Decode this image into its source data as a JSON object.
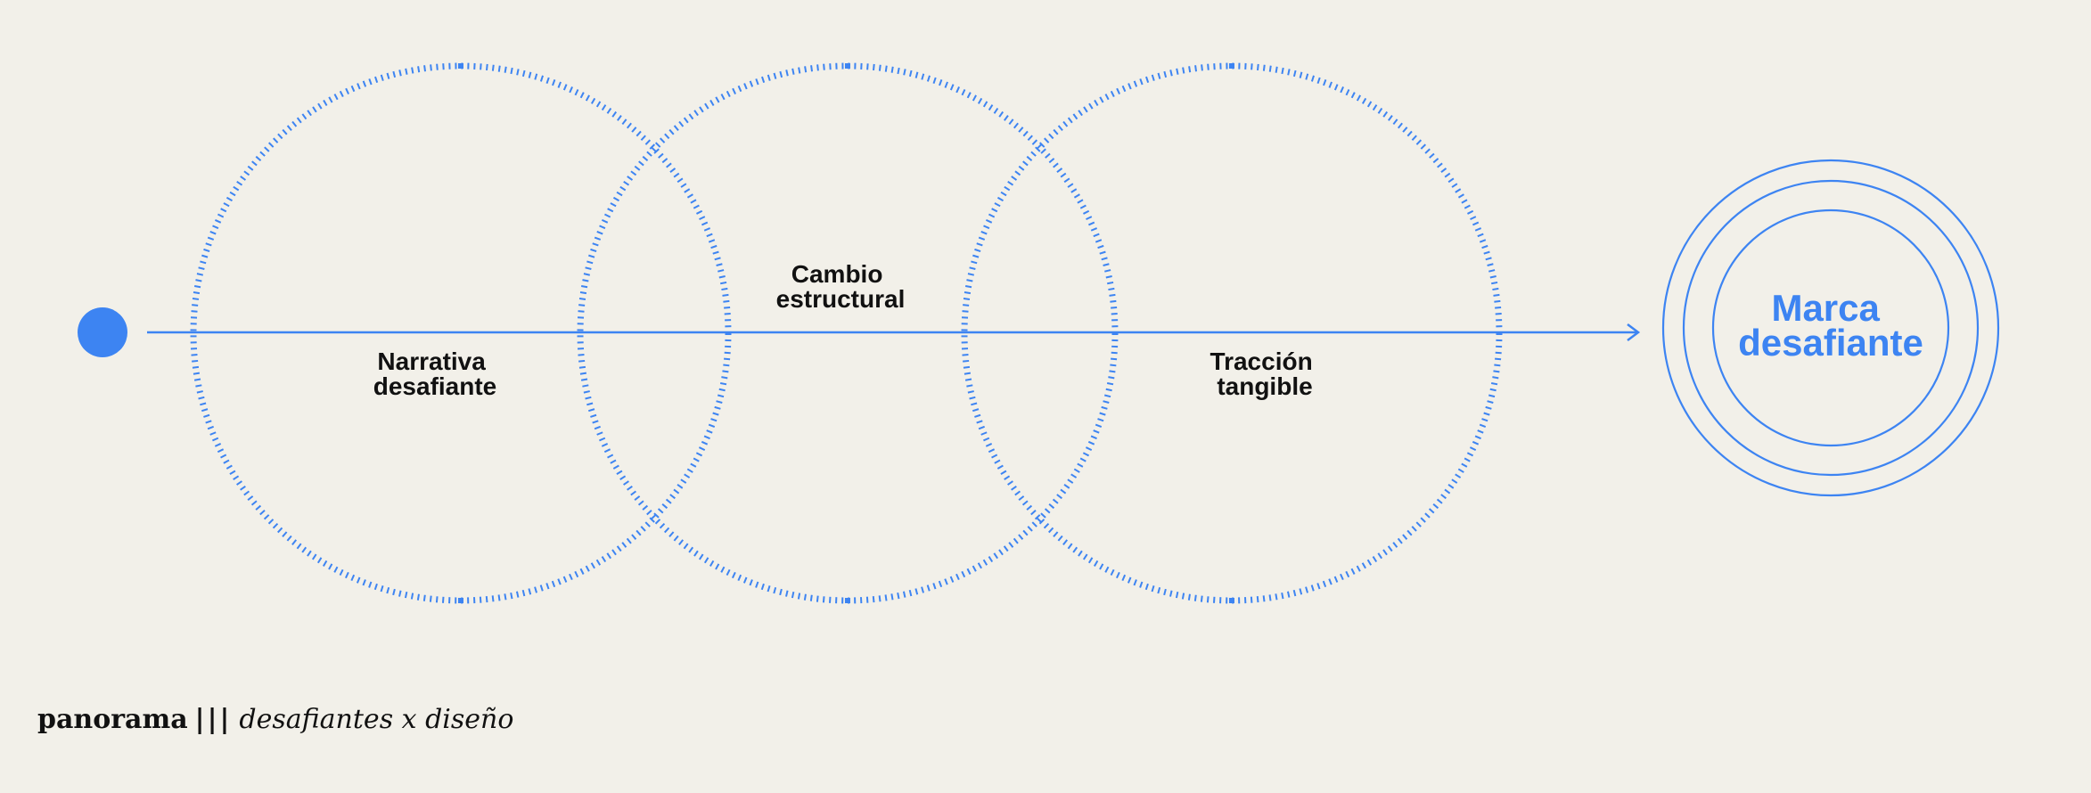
{
  "colors": {
    "accent": "#3d84f2",
    "background": "#f2f0e9",
    "text": "#111111"
  },
  "diagram": {
    "start_marker": "start-dot",
    "stages": [
      {
        "id": "narrativa",
        "lines": [
          "Narrativa",
          "desafiante"
        ]
      },
      {
        "id": "cambio",
        "lines": [
          "Cambio",
          "estructural"
        ]
      },
      {
        "id": "traccion",
        "lines": [
          "Tracción",
          "tangible"
        ]
      }
    ],
    "target": {
      "lines": [
        "Marca",
        "desafiante"
      ]
    }
  },
  "footer": {
    "brand": "panorama",
    "separator": "|||",
    "tagline": "desafiantes x diseño"
  }
}
